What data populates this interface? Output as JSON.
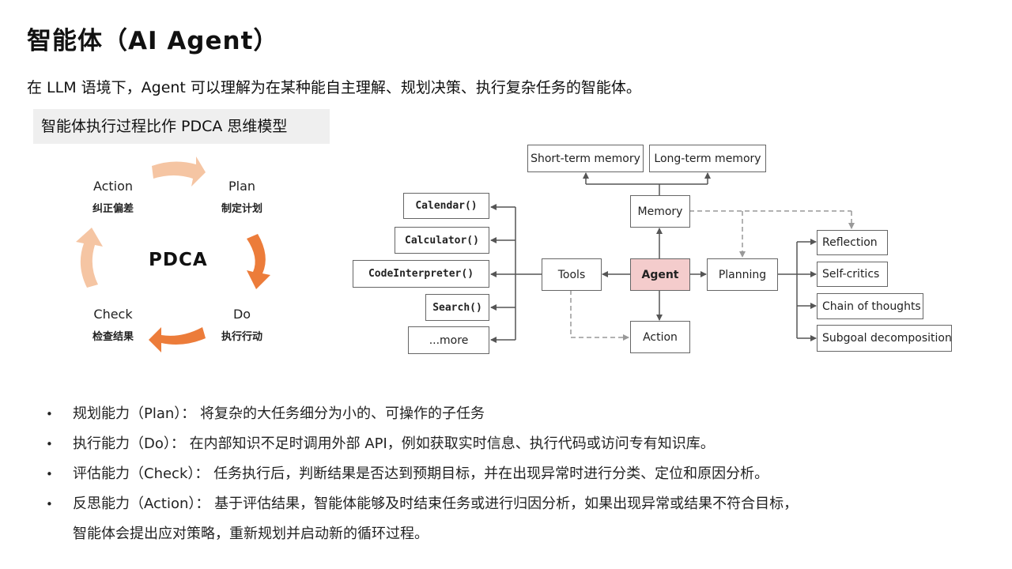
{
  "title": "智能体（AI Agent）",
  "subtitle": "在 LLM 语境下，Agent 可以理解为在某种能自主理解、规划决策、执行复杂任务的智能体。",
  "pdca": {
    "banner": "智能体执行过程比作 PDCA 思维模型",
    "center": "PDCA",
    "plan_en": "Plan",
    "plan_cn": "制定计划",
    "do_en": "Do",
    "do_cn": "执行行动",
    "check_en": "Check",
    "check_cn": "检查结果",
    "action_en": "Action",
    "action_cn": "纠正偏差",
    "colors": {
      "light": "#f5c5a3",
      "dark": "#ec7c3a"
    }
  },
  "diagram": {
    "short_term_memory": "Short-term memory",
    "long_term_memory": "Long-term memory",
    "memory": "Memory",
    "agent": "Agent",
    "tools": "Tools",
    "planning": "Planning",
    "action": "Action",
    "calendar": "Calendar()",
    "calculator": "Calculator()",
    "code_interpreter": "CodeInterpreter()",
    "search": "Search()",
    "more": "...more",
    "reflection": "Reflection",
    "self_critics": "Self-critics",
    "chain_of_thoughts": "Chain of thoughts",
    "subgoal_decomposition": "Subgoal decomposition",
    "agent_color": "#f4cccc"
  },
  "bullets": [
    {
      "bullet": "•",
      "text": "规划能力（Plan）： 将复杂的大任务细分为小的、可操作的子任务"
    },
    {
      "bullet": "•",
      "text": "执行能力（Do）： 在内部知识不足时调用外部 API，例如获取实时信息、执行代码或访问专有知识库。"
    },
    {
      "bullet": "•",
      "text": "评估能力（Check）： 任务执行后，判断结果是否达到预期目标，并在出现异常时进行分类、定位和原因分析。"
    },
    {
      "bullet": "•",
      "text": "反思能力（Action）： 基于评估结果，智能体能够及时结束任务或进行归因分析，如果出现异常或结果不符合目标，",
      "continuation": "智能体会提出应对策略，重新规划并启动新的循环过程。"
    }
  ]
}
